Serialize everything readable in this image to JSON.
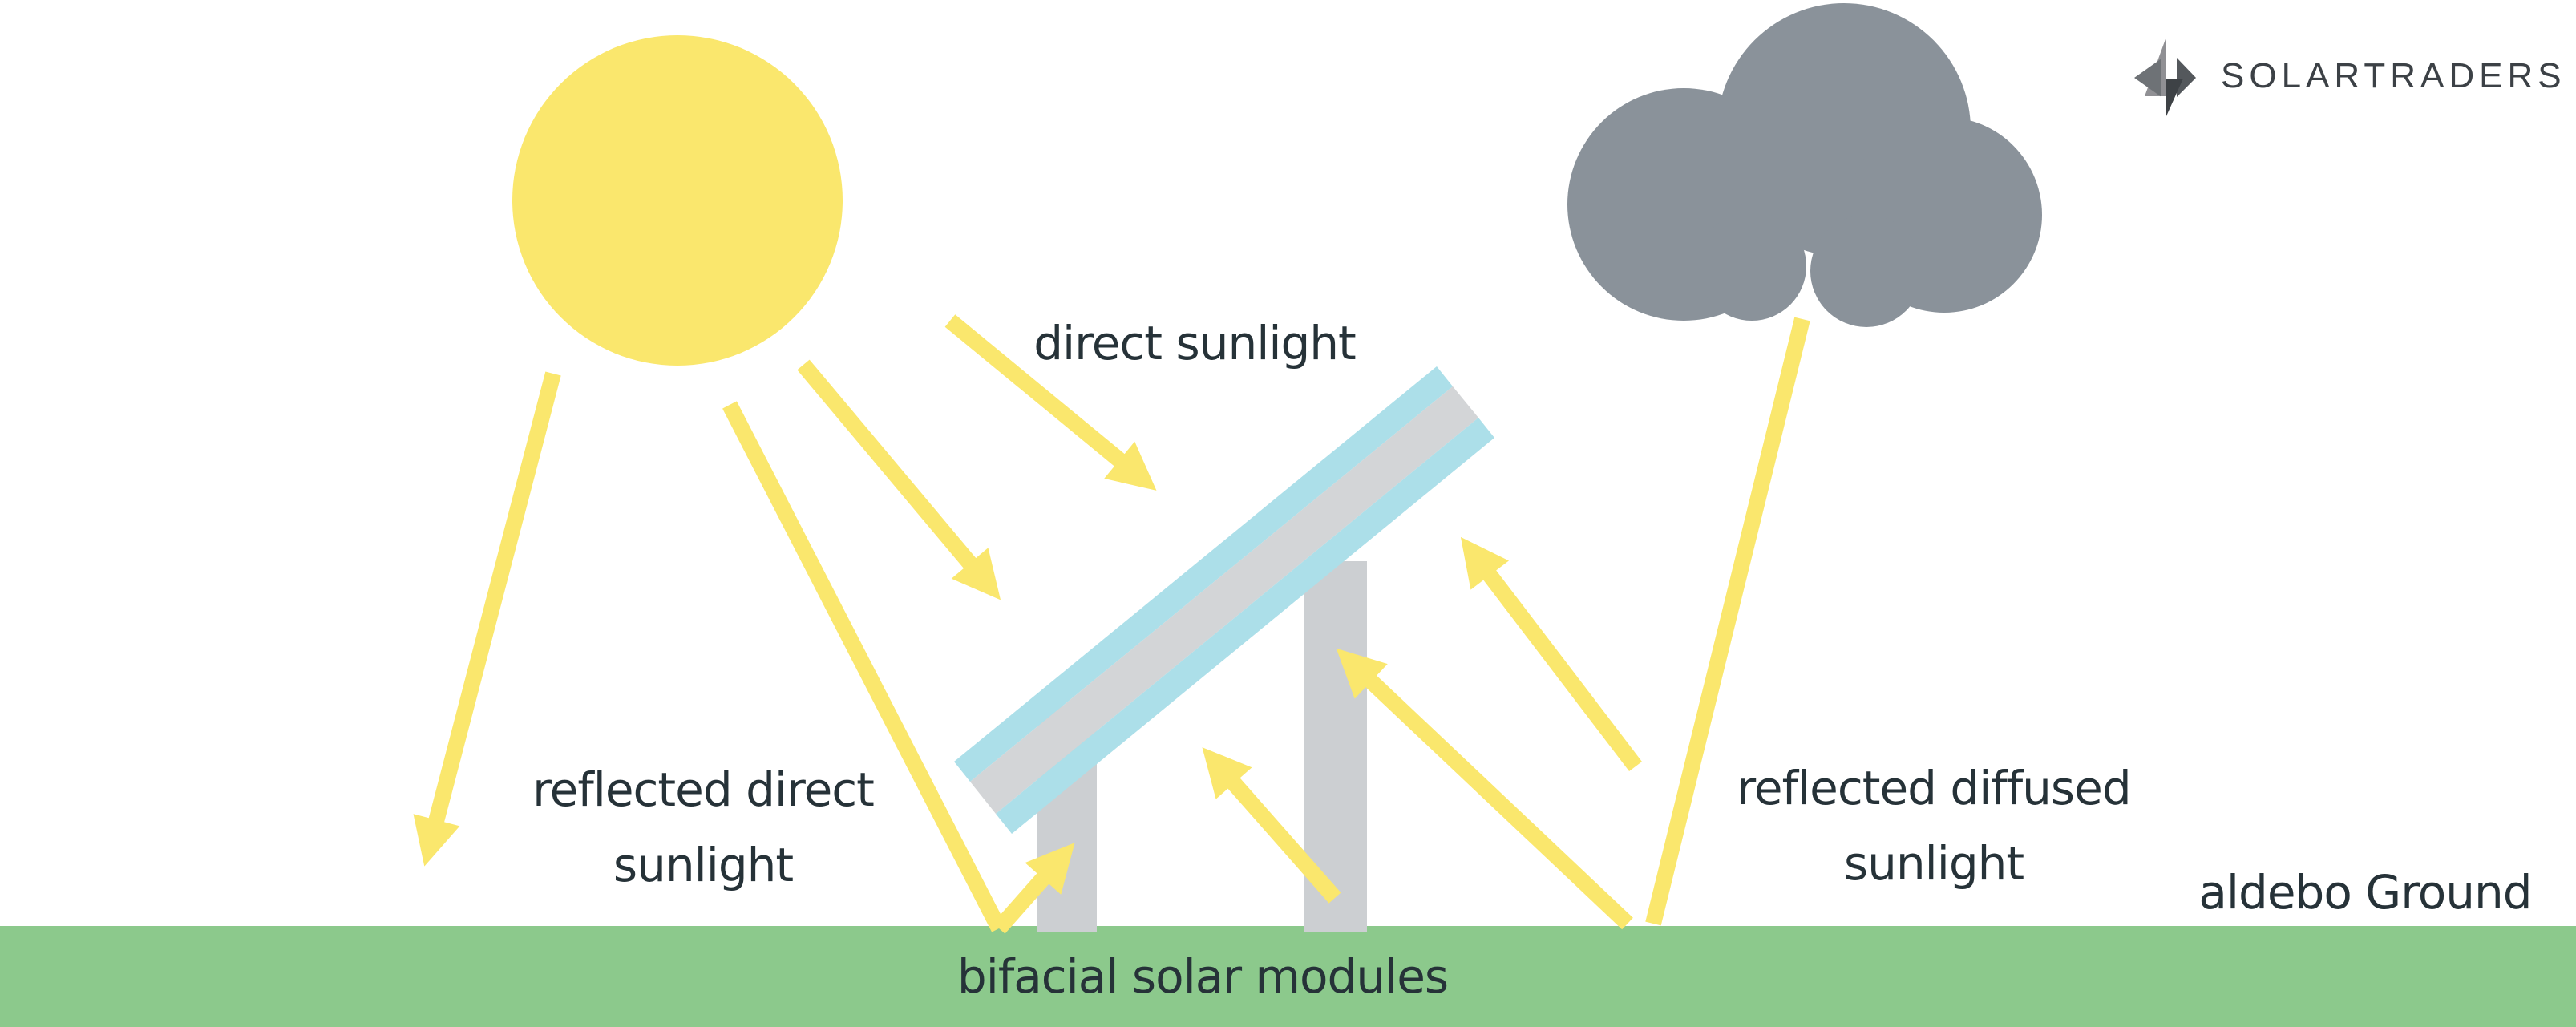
{
  "brand": {
    "logo_text": "SOLARTRADERS",
    "logo_mark_colors": [
      "#909094",
      "#6E7276",
      "#54585C",
      "#3E4246"
    ]
  },
  "labels": {
    "direct_sunlight": "direct sunlight",
    "reflected_direct": [
      "reflected direct",
      "sunlight"
    ],
    "reflected_diffused": [
      "reflected diffused",
      "sunlight"
    ],
    "albedo_ground": "aldebo Ground",
    "bifacial_modules": "bifacial solar modules"
  },
  "colors": {
    "sun_yellow": "#FAE76D",
    "arrow_yellow": "#FAE76D",
    "cloud_gray": "#8A929A",
    "panel_blue": "#ACDFE9",
    "panel_gray": "#D3D5D7",
    "leg_gray": "#CCCFD2",
    "ground_green": "#8CC98C",
    "text_dark": "#263238",
    "logo_text_color": "#3C4146"
  }
}
